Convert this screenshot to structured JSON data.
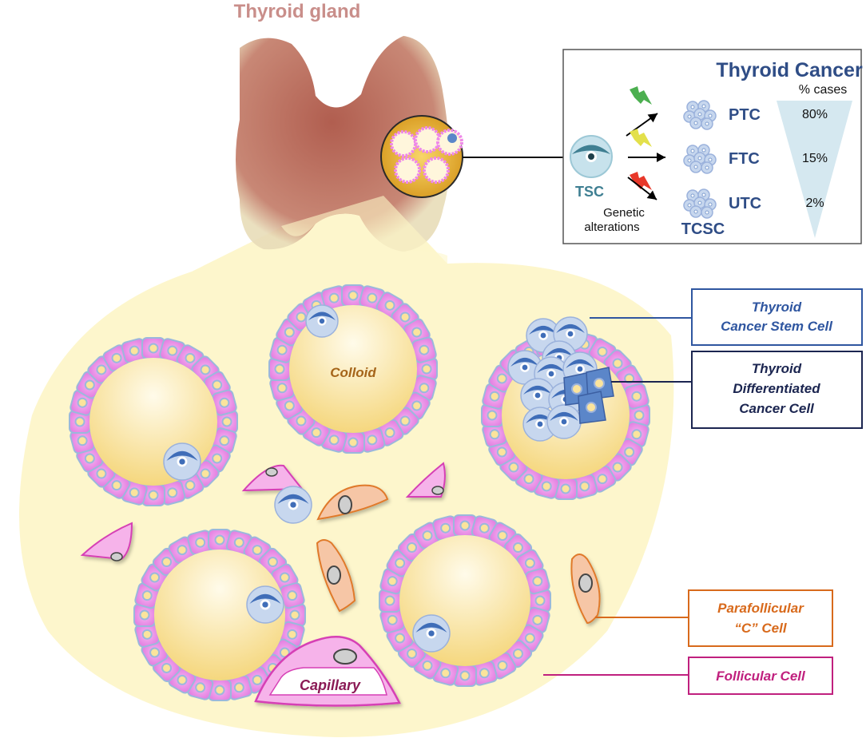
{
  "title": "Thyroid gland",
  "colors": {
    "title": "#c98e8a",
    "gland": "#b8604f",
    "stroma": "#fdf6c9",
    "colloid_center": "#fff8e0",
    "colloid_edge": "#f5d77e",
    "follicular_cell": "#ee88ea",
    "follicular_border": "#9bb8dc",
    "nucleus_fill": "#fbe49c",
    "stem_cell": "#c7d7ee",
    "stem_cell_dark": "#3f6db8",
    "diff_cancer_cell": "#5b86c9",
    "c_cell": "#f6c6a6",
    "c_cell_border": "#e07a2c",
    "capillary": "#f6b3ea",
    "capillary_border": "#d63fb5",
    "navy": "#2f4d86",
    "teal": "#3f7f92",
    "stem_label": "#2f56a0",
    "diff_label": "#1b2550",
    "c_label": "#d86a1c",
    "follicular_label": "#c0207e",
    "capillary_label": "#8a1a55",
    "colloid_label": "#a5651a",
    "funnel": "#d5e8f0",
    "bolt_green": "#4caf50",
    "bolt_yellow": "#e3e04b",
    "bolt_red": "#e8382a"
  },
  "inset": {
    "title": "Thyroid Cancer",
    "cases_header": "% cases",
    "origin_cell": "TSC",
    "mutation_label_line1": "Genetic",
    "mutation_label_line2": "alterations",
    "cancer_stem_label": "TCSC",
    "subtypes": [
      {
        "name": "PTC",
        "percent": "80%",
        "bolt": "green"
      },
      {
        "name": "FTC",
        "percent": "15%",
        "bolt": "yellow"
      },
      {
        "name": "UTC",
        "percent": "2%",
        "bolt": "red"
      }
    ]
  },
  "tissue": {
    "colloid_label": "Colloid",
    "capillary_label": "Capillary"
  },
  "legend": [
    {
      "id": "stem",
      "line1": "Thyroid",
      "line2": "Cancer Stem Cell",
      "line3": ""
    },
    {
      "id": "diff",
      "line1": "Thyroid",
      "line2": "Differentiated",
      "line3": "Cancer Cell"
    },
    {
      "id": "ccell",
      "line1": "Parafollicular",
      "line2": "“C” Cell",
      "line3": ""
    },
    {
      "id": "follicular",
      "line1": "Follicular Cell",
      "line2": "",
      "line3": ""
    }
  ]
}
